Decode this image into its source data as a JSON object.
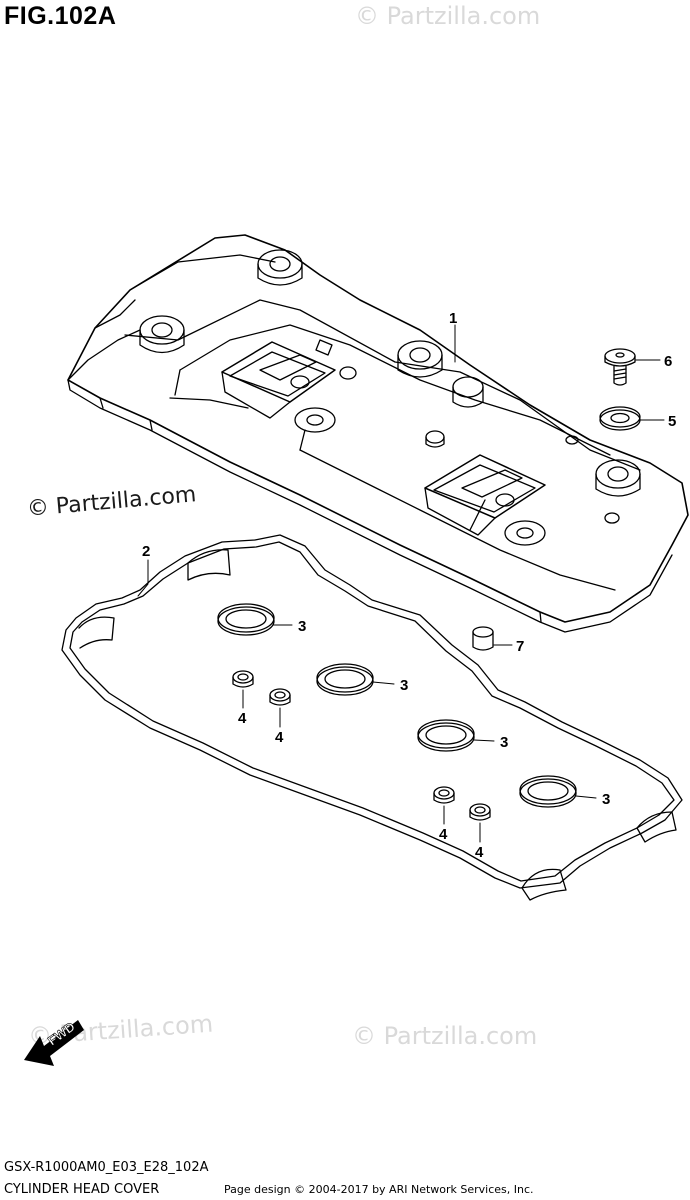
{
  "figure": {
    "title": "FIG.102A"
  },
  "watermarks": {
    "top": "© Partzilla.com",
    "main": "© Partzilla.com",
    "bottom_left": "© Partzilla.com",
    "bottom_right": "© Partzilla.com"
  },
  "callouts": {
    "c1": "1",
    "c2": "2",
    "c3a": "3",
    "c3b": "3",
    "c3c": "3",
    "c3d": "3",
    "c4a": "4",
    "c4b": "4",
    "c4c": "4",
    "c4d": "4",
    "c5": "5",
    "c6": "6",
    "c7": "7"
  },
  "fwd_label": "FWD",
  "footer": {
    "model_code": "GSX-R1000AM0_E03_E28_102A",
    "section_name": "CYLINDER HEAD COVER",
    "copyright": "Page design © 2004-2017 by ARI Network Services, Inc."
  }
}
